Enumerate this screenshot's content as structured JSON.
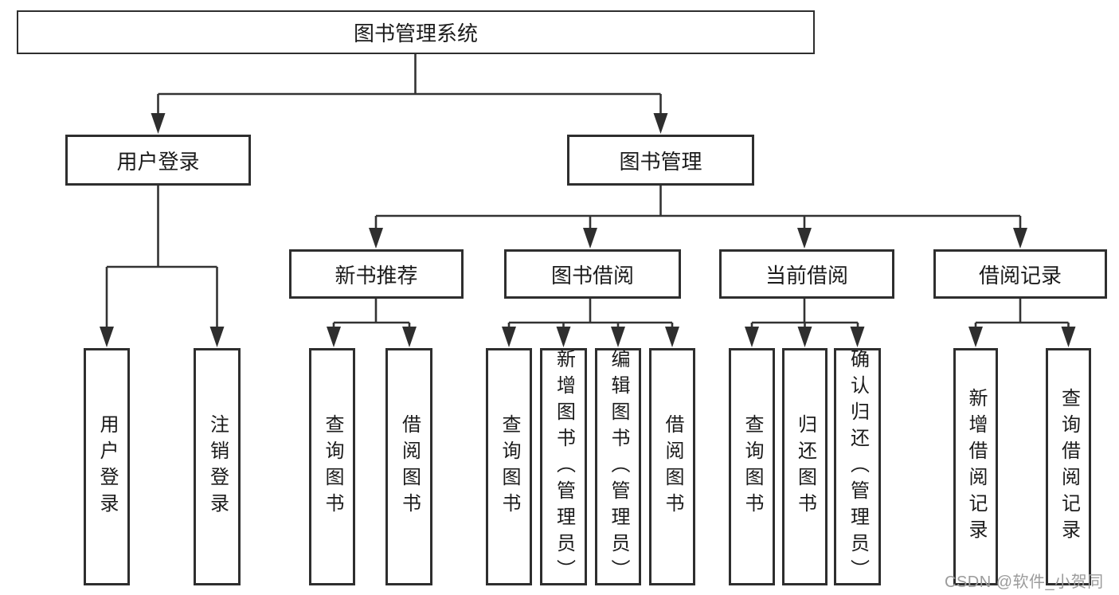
{
  "diagram": {
    "title": "图书管理系统",
    "root": "图书管理系统",
    "level2": [
      "用户登录",
      "图书管理"
    ],
    "level3": [
      "新书推荐",
      "图书借阅",
      "当前借阅",
      "借阅记录"
    ],
    "user_login_children": [
      "用户登录",
      "注销登录"
    ],
    "new_book_children": [
      "查询图书",
      "借阅图书"
    ],
    "book_borrow_children": [
      "查询图书",
      "新增图书（管理员）",
      "编辑图书（管理员）",
      "借阅图书"
    ],
    "current_borrow_children": [
      "查询图书",
      "归还图书",
      "确认归还（管理员）"
    ],
    "borrow_record_children": [
      "新增借阅记录",
      "查询借阅记录"
    ]
  },
  "watermark": "CSDN @软件_小贺同学",
  "colors": {
    "background": "#ffffff",
    "line": "#333333",
    "box_border": "#2e2e2e",
    "text": "#1b1b1b",
    "watermark": "#9b9b9b"
  }
}
